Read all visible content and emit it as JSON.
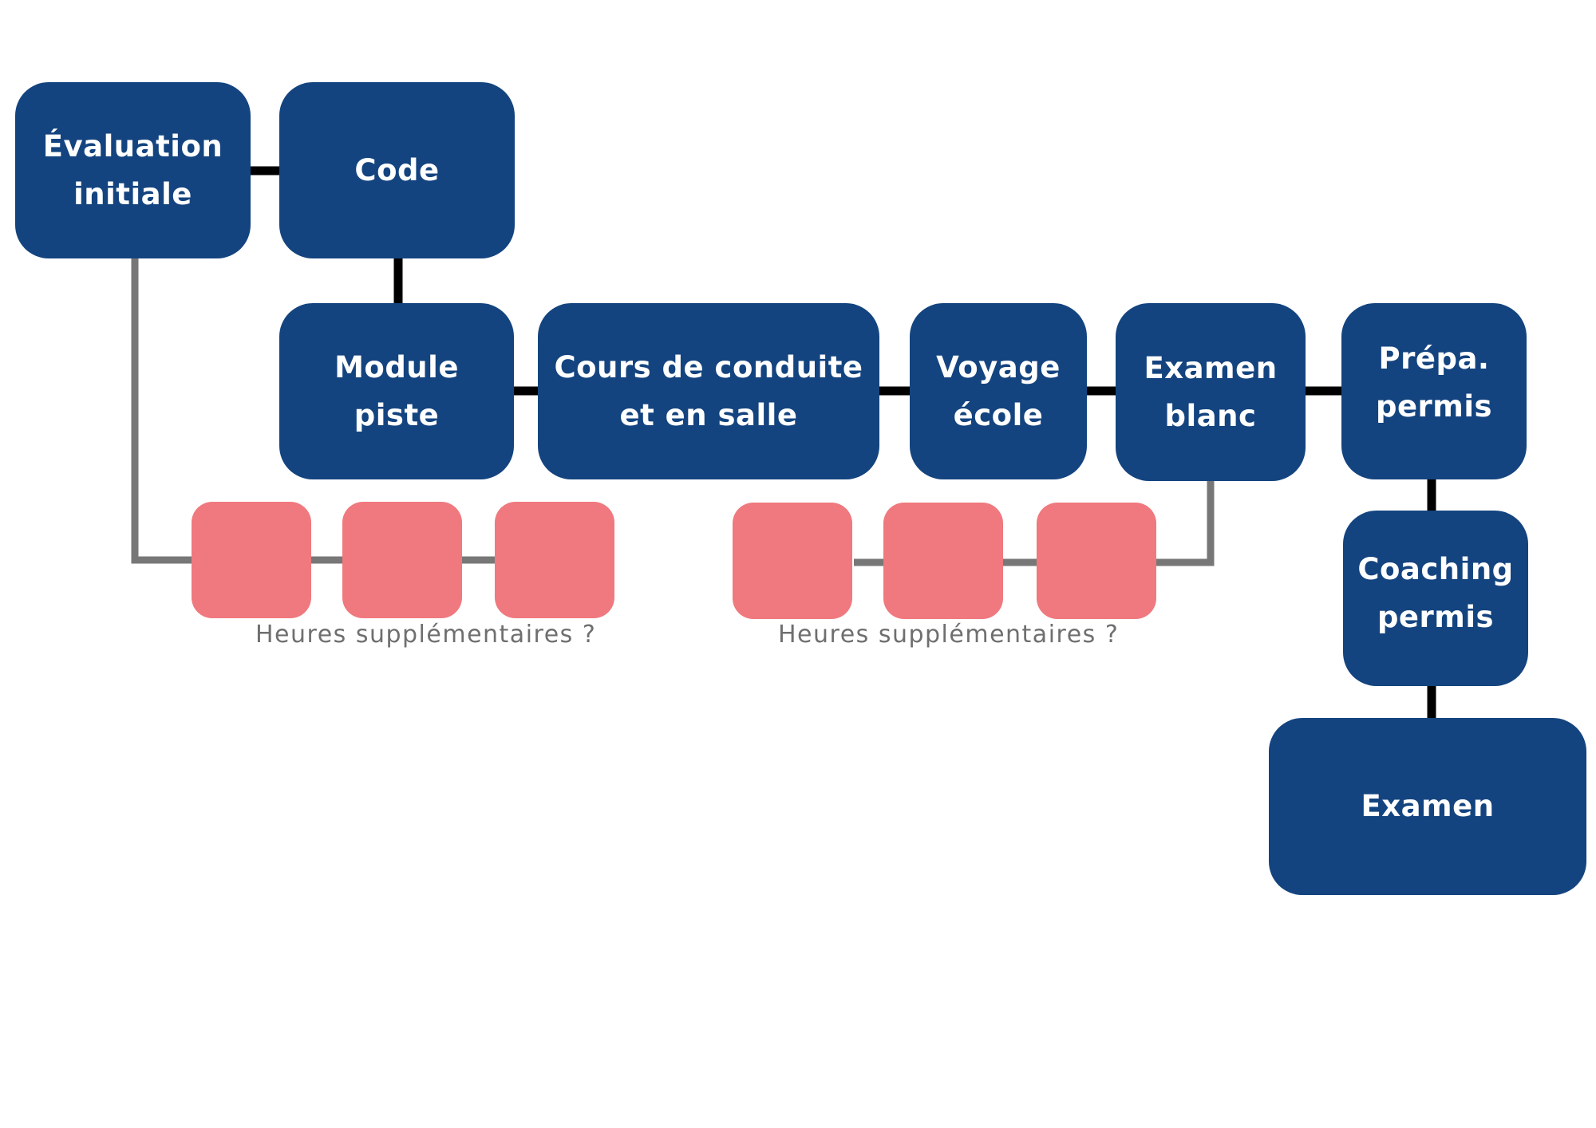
{
  "diagram": {
    "steps": {
      "evaluation": "Évaluation\ninitiale",
      "code": "Code",
      "module": "Module\npiste",
      "cours": "Cours de conduite\net en salle",
      "voyage": "Voyage\nécole",
      "examen_blanc": "Examen\nblanc",
      "prepa": "Prépa.\npermis",
      "coaching": "Coaching\npermis",
      "examen": "Examen"
    },
    "captions": {
      "left": "Heures supplémentaires ?",
      "right": "Heures supplémentaires ?"
    },
    "colors": {
      "step_fill": "#14447f",
      "extra_fill": "#ef797e",
      "main_connector": "#000000",
      "optional_connector": "#777777",
      "caption_text": "#6f6f6f"
    }
  }
}
